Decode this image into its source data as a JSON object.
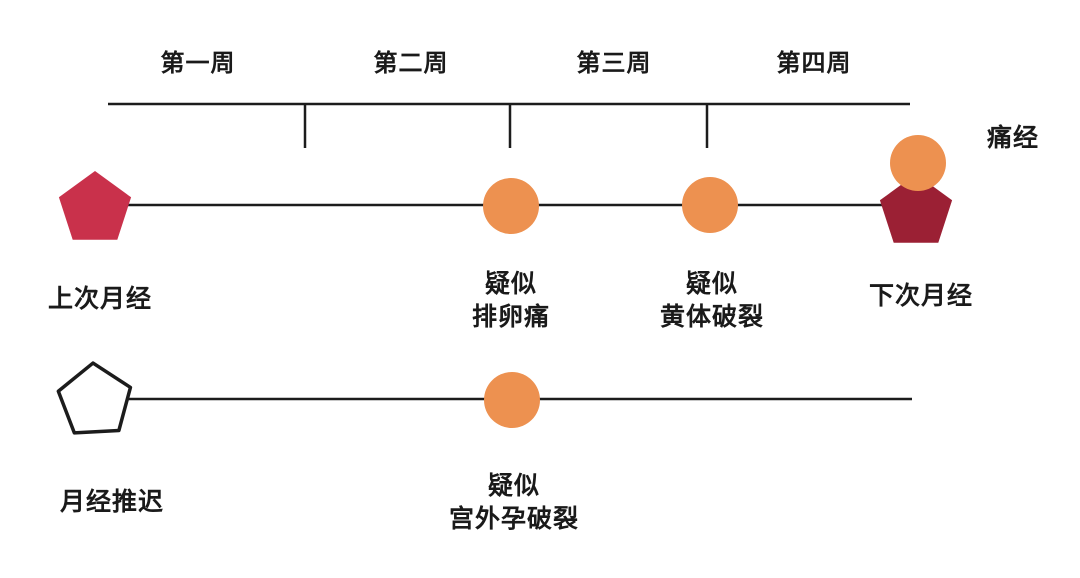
{
  "colors": {
    "menses_red": "#C9314B",
    "dysmenorrhea_dark_red": "#9B2034",
    "pain_orange": "#ED9150",
    "line_black": "#1c1c1c"
  },
  "week_axis": {
    "labels": [
      "第一周",
      "第二周",
      "第三周",
      "第四周"
    ]
  },
  "normal_cycle_timeline": {
    "start": {
      "label": "上次月经"
    },
    "events": [
      {
        "label": "疑似\n排卵痛"
      },
      {
        "label": "疑似\n黄体破裂"
      }
    ],
    "end": {
      "label": "下次月经",
      "pain_label": "痛经"
    }
  },
  "delayed_cycle_timeline": {
    "start": {
      "label": "月经推迟"
    },
    "events": [
      {
        "label": "疑似\n宫外孕破裂"
      }
    ]
  }
}
